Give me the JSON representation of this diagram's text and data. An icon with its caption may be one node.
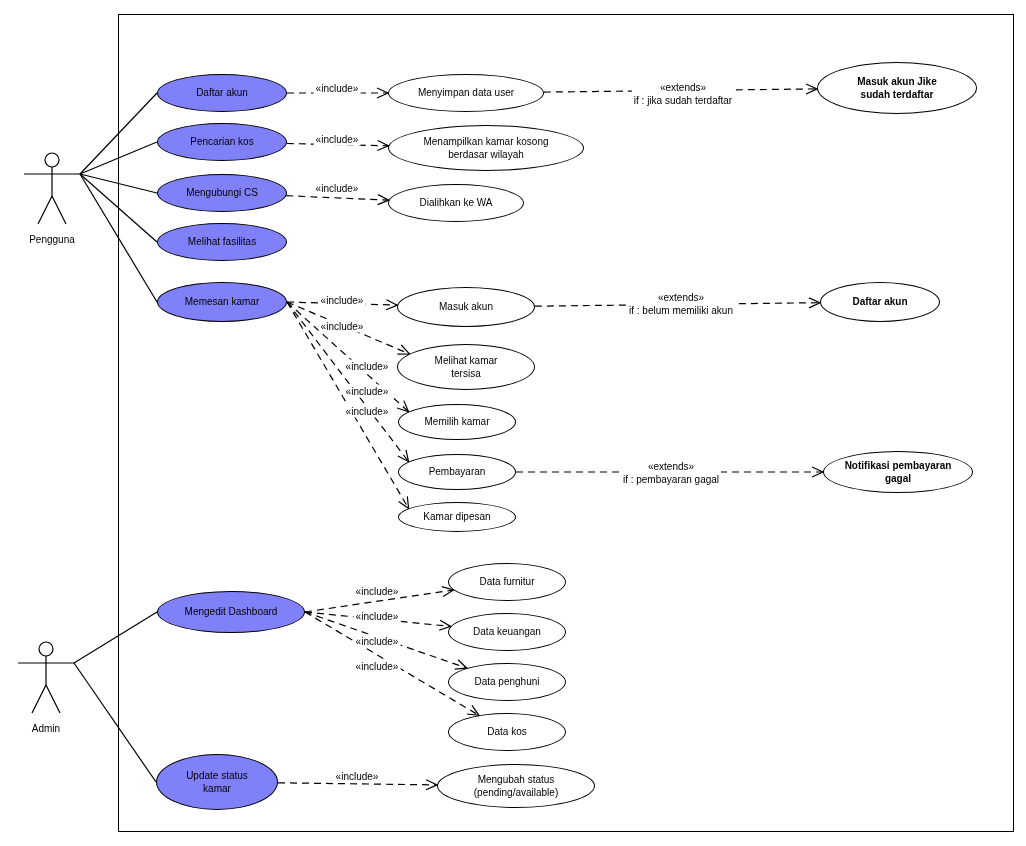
{
  "diagram": {
    "nodes": [
      {
        "text": [],
        "shape": "box"
      },
      {
        "text": [
          "Pengguna"
        ]
      },
      {
        "text": [
          "Admin"
        ]
      },
      {
        "text": [
          "Daftar akun"
        ],
        "in": 0
      },
      {
        "text": [
          "Menyimpan data user"
        ],
        "in": 0
      },
      {
        "text": [
          "Masuk akun Jike sudah terdaftar"
        ],
        "in": 0
      },
      {
        "text": [
          "Pencarian kos"
        ],
        "in": 0
      },
      {
        "text": [
          "Menampilkan kamar kosong berdasar wilayah"
        ],
        "in": 0
      },
      {
        "text": [
          "Mengubungi CS"
        ],
        "in": 0
      },
      {
        "text": [
          "Dialihkan ke WA"
        ],
        "in": 0
      },
      {
        "text": [
          "Melihat fasilitas"
        ],
        "in": 0
      },
      {
        "text": [
          "Memesan kamar"
        ],
        "in": 0
      },
      {
        "text": [
          "Masuk akun"
        ],
        "in": 0
      },
      {
        "text": [
          "Daftar akun"
        ],
        "in": 0
      },
      {
        "text": [
          "Melihat kamar tersisa"
        ],
        "in": 0
      },
      {
        "text": [
          "Memilih kamar"
        ],
        "in": 0
      },
      {
        "text": [
          "Pembayaran"
        ],
        "in": 0
      },
      {
        "text": [
          "Notifikasi pembayaran gagal"
        ],
        "in": 0
      },
      {
        "text": [
          "Kamar dipesan"
        ],
        "in": 0
      },
      {
        "text": [
          "Mengedit Dashboard"
        ],
        "in": 0
      },
      {
        "text": [
          "Data furnitur"
        ],
        "in": 0
      },
      {
        "text": [
          "Data keuangan"
        ],
        "in": 0
      },
      {
        "text": [
          "Data penghuni"
        ],
        "in": 0
      },
      {
        "text": [
          "Data kos"
        ],
        "in": 0
      },
      {
        "text": [
          "Update status kamar"
        ],
        "in": 0
      },
      {
        "text": [
          "Mengubah status (pending/available)"
        ],
        "in": 0
      }
    ],
    "edges": [
      {
        "from": 1,
        "to": 3,
        "arrow": "none"
      },
      {
        "from": 1,
        "to": 6,
        "arrow": "none"
      },
      {
        "from": 1,
        "to": 8,
        "arrow": "none"
      },
      {
        "from": 1,
        "to": 10,
        "arrow": "none"
      },
      {
        "from": 1,
        "to": 11,
        "arrow": "none"
      },
      {
        "from": 2,
        "to": 19,
        "arrow": "none"
      },
      {
        "from": 2,
        "to": 24,
        "arrow": "none"
      },
      {
        "from": 3,
        "to": 4,
        "arrow": "to",
        "style": "dashed",
        "label": "«include»"
      },
      {
        "from": 4,
        "to": 5,
        "arrow": "to",
        "style": "dashed",
        "label": "«extends» if : jika sudah terdaftar"
      },
      {
        "from": 6,
        "to": 7,
        "arrow": "to",
        "style": "dashed",
        "label": "«include»"
      },
      {
        "from": 8,
        "to": 9,
        "arrow": "to",
        "style": "dashed",
        "label": "«include»"
      },
      {
        "from": 11,
        "to": 12,
        "arrow": "to",
        "style": "dashed",
        "label": "«include»"
      },
      {
        "from": 12,
        "to": 13,
        "arrow": "to",
        "style": "dashed",
        "label": "«extends» if : belum memiliki akun"
      },
      {
        "from": 11,
        "to": 14,
        "arrow": "to",
        "style": "dashed",
        "label": "«include»"
      },
      {
        "from": 11,
        "to": 15,
        "arrow": "to",
        "style": "dashed",
        "label": "«include»"
      },
      {
        "from": 11,
        "to": 16,
        "arrow": "to",
        "style": "dashed",
        "label": "«include»"
      },
      {
        "from": 16,
        "to": 17,
        "arrow": "to",
        "style": "dashed",
        "label": "«extends» if : pembayaran gagal"
      },
      {
        "from": 11,
        "to": 18,
        "arrow": "to",
        "style": "dashed",
        "label": "«include»"
      },
      {
        "from": 19,
        "to": 20,
        "arrow": "to",
        "style": "dashed",
        "label": "«include»"
      },
      {
        "from": 19,
        "to": 21,
        "arrow": "to",
        "style": "dashed",
        "label": "«include»"
      },
      {
        "from": 19,
        "to": 22,
        "arrow": "to",
        "style": "dashed",
        "label": "«include»"
      },
      {
        "from": 19,
        "to": 23,
        "arrow": "to",
        "style": "dashed",
        "label": "«include»"
      },
      {
        "from": 24,
        "to": 25,
        "arrow": "to",
        "style": "dashed",
        "label": "«include»"
      }
    ]
  }
}
